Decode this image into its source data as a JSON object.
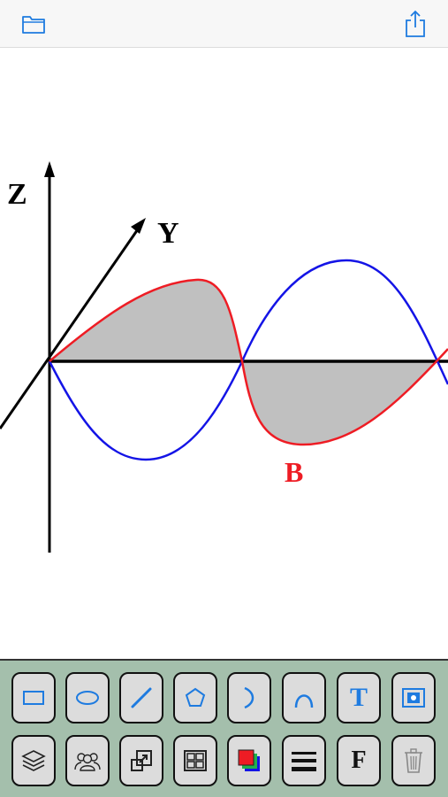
{
  "topbar": {
    "left_icon": "folder-icon",
    "right_icon": "share-icon"
  },
  "drawing": {
    "axis_z_label": "Z",
    "axis_y_label": "Y",
    "curve_label": "B",
    "curve_label_color": "#ee1c24",
    "blue_curve_color": "#1414e6",
    "red_curve_color": "#ee1c24",
    "fill_color": "#c0c0c0"
  },
  "toolbar": {
    "row1": [
      {
        "name": "rectangle-tool",
        "icon": "rectangle-icon"
      },
      {
        "name": "ellipse-tool",
        "icon": "ellipse-icon"
      },
      {
        "name": "line-tool",
        "icon": "line-icon"
      },
      {
        "name": "polygon-tool",
        "icon": "pentagon-icon"
      },
      {
        "name": "arc-tool",
        "icon": "arc-icon"
      },
      {
        "name": "curve-tool",
        "icon": "bezier-icon"
      },
      {
        "name": "text-tool",
        "icon": "text-icon",
        "label": "T"
      },
      {
        "name": "image-tool",
        "icon": "image-icon"
      }
    ],
    "row2": [
      {
        "name": "layers-tool",
        "icon": "layers-icon"
      },
      {
        "name": "group-tool",
        "icon": "group-icon"
      },
      {
        "name": "resize-tool",
        "icon": "resize-icon"
      },
      {
        "name": "grid-tool",
        "icon": "grid-icon"
      },
      {
        "name": "color-tool",
        "icon": "color-swatches-icon"
      },
      {
        "name": "line-width-tool",
        "icon": "line-width-icon"
      },
      {
        "name": "font-tool",
        "icon": "font-icon",
        "label": "F"
      },
      {
        "name": "delete-tool",
        "icon": "trash-icon"
      }
    ],
    "accent": "#1e7be0",
    "background": "#a4bfac"
  }
}
